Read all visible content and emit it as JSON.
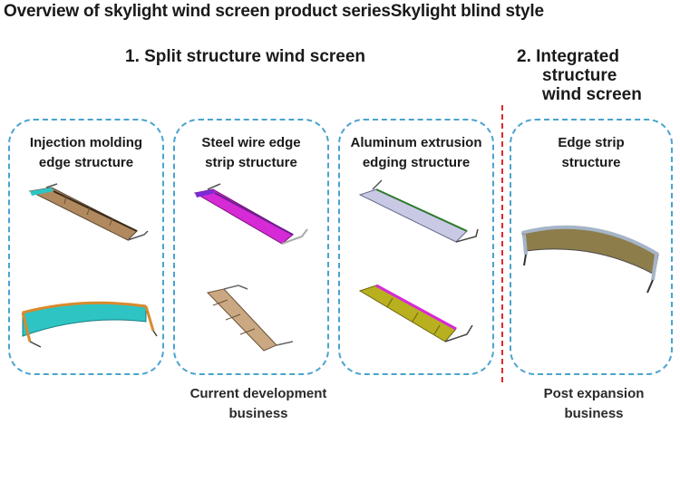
{
  "title": "Overview of skylight wind screen product seriesSkylight blind style",
  "section1": {
    "heading": "1. Split structure wind screen"
  },
  "section2": {
    "heading_lines": [
      "2. Integrated",
      "structure",
      "wind screen"
    ]
  },
  "cards": [
    {
      "label_lines": [
        "Injection molding",
        "edge structure"
      ]
    },
    {
      "label_lines": [
        "Steel wire edge",
        "strip structure"
      ]
    },
    {
      "label_lines": [
        "Aluminum extrusion",
        "edging structure"
      ]
    },
    {
      "label_lines": [
        "Edge strip",
        "structure"
      ]
    }
  ],
  "footers": {
    "current": [
      "Current development",
      "business"
    ],
    "post": [
      "Post expansion",
      "business"
    ]
  },
  "colors": {
    "card_border": "#4aa3cf",
    "divider": "#e0282f",
    "part_brown": "#b08a5e",
    "part_magenta": "#d62ad6",
    "part_cyan": "#2ec4c4",
    "part_lavender": "#c9c9e6",
    "part_olive": "#b8b01e"
  }
}
